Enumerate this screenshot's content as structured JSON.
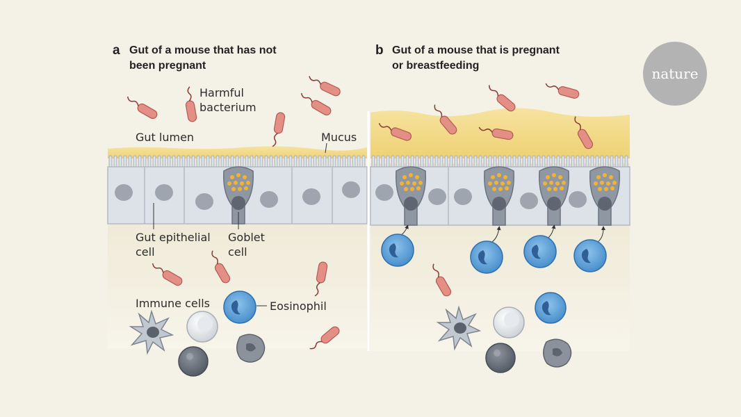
{
  "panels": {
    "a": {
      "letter": "a",
      "title_line1": "Gut of a mouse that has not",
      "title_line2": "been pregnant"
    },
    "b": {
      "letter": "b",
      "title_line1": "Gut of a mouse that is pregnant",
      "title_line2": "or breastfeeding"
    }
  },
  "labels": {
    "harmful_bacterium_1": "Harmful",
    "harmful_bacterium_2": "bacterium",
    "gut_lumen": "Gut lumen",
    "mucus": "Mucus",
    "gut_epithelial_1": "Gut epithelial",
    "gut_epithelial_2": "cell",
    "goblet_1": "Goblet",
    "goblet_2": "cell",
    "immune_cells": "Immune cells",
    "eosinophil": "Eosinophil"
  },
  "logo": {
    "text": "nature"
  },
  "colors": {
    "background": "#f4f1e6",
    "mucus": "#f2d77e",
    "epithelial_cell": "#dde2e9",
    "nucleus": "#9ea5ae",
    "goblet_cell": "#8f97a2",
    "granule": "#f2b233",
    "bacterium": "#e48f86",
    "eosinophil": "#5c9fd6",
    "logo": "#b3b3b3"
  },
  "icons": [
    "bacterium-icon",
    "goblet-cell-icon",
    "epithelial-cell-icon",
    "eosinophil-icon",
    "dendritic-cell-icon",
    "lymphocyte-icon",
    "macrophage-icon",
    "arrow-icon"
  ]
}
